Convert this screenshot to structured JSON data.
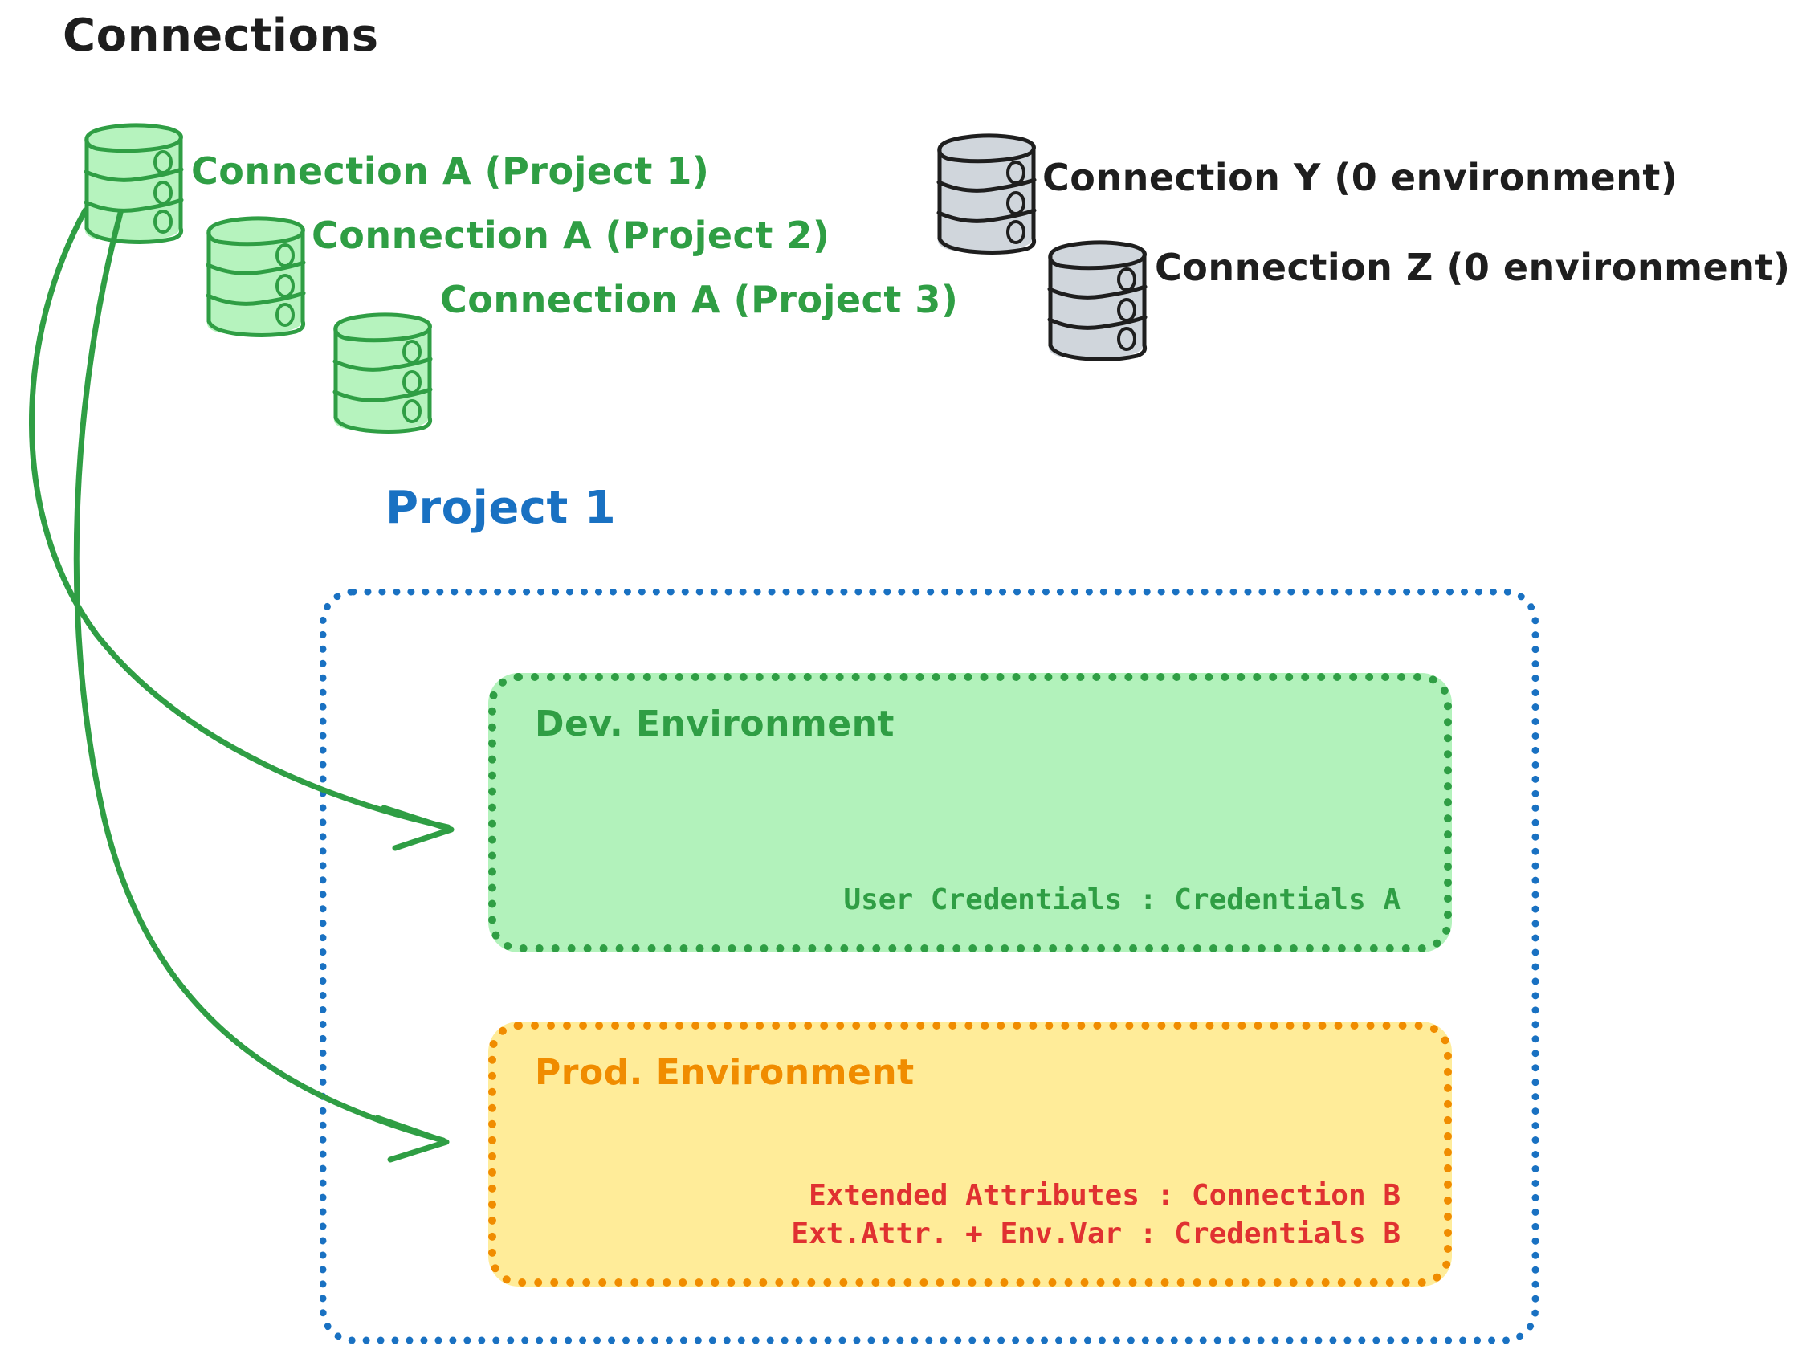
{
  "diagram": {
    "title": "Connections",
    "project_label": "Project 1"
  },
  "connections": {
    "green": [
      {
        "label": "Connection A (Project 1)",
        "icon": "database-icon",
        "color": "#2f9e44"
      },
      {
        "label": "Connection A (Project 2)",
        "icon": "database-icon",
        "color": "#2f9e44"
      },
      {
        "label": "Connection A (Project 3)",
        "icon": "database-icon",
        "color": "#2f9e44"
      }
    ],
    "gray": [
      {
        "label": "Connection Y (0 environment)",
        "icon": "database-icon",
        "color": "#1e1e1e"
      },
      {
        "label": "Connection Z (0 environment)",
        "icon": "database-icon",
        "color": "#1e1e1e"
      }
    ]
  },
  "environments": {
    "dev": {
      "title": "Dev. Environment",
      "lines": [
        "User Credentials : Credentials A"
      ],
      "fill": "#b2f2bb",
      "stroke": "#2f9e44",
      "text_color": "#2f9e44"
    },
    "prod": {
      "title": "Prod. Environment",
      "lines": [
        "Extended Attributes : Connection B",
        "Ext.Attr. + Env.Var : Credentials B"
      ],
      "fill": "#ffec99",
      "stroke": "#f08c00",
      "text_color": "#e03131"
    }
  },
  "colors": {
    "project_stroke": "#1971c2",
    "arrow": "#2f9e44",
    "db_green_fill": "#b2f2bb",
    "db_green_stroke": "#2f9e44",
    "db_gray_fill": "#ced4da",
    "db_gray_stroke": "#1e1e1e",
    "title": "#1e1e1e"
  }
}
